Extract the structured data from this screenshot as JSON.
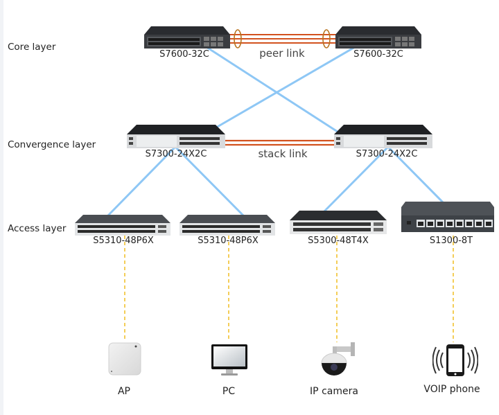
{
  "layers": {
    "core": "Core layer",
    "convergence": "Convergence layer",
    "access": "Access  layer"
  },
  "core_switches": [
    {
      "model": "S7600-32C"
    },
    {
      "model": "S7600-32C"
    }
  ],
  "peer_link_label": "peer link",
  "convergence_switches": [
    {
      "model": "S7300-24X2C"
    },
    {
      "model": "S7300-24X2C"
    }
  ],
  "stack_link_label": "stack link",
  "access_switches": [
    {
      "model": "S5310-48P6X"
    },
    {
      "model": "S5310-48P6X"
    },
    {
      "model": "S5300-48T4X"
    },
    {
      "model": "S1300-8T"
    }
  ],
  "end_devices": [
    {
      "label": "AP",
      "icon": "access-point-icon"
    },
    {
      "label": "PC",
      "icon": "monitor-icon"
    },
    {
      "label": "IP camera",
      "icon": "ip-camera-icon"
    },
    {
      "label": "VOIP phone",
      "icon": "voip-phone-icon"
    }
  ],
  "colors": {
    "uplink": "#8ec7f5",
    "peer_link": "#d2521e",
    "access_link": "#f2c12e",
    "lag_ring": "#b8731f"
  }
}
